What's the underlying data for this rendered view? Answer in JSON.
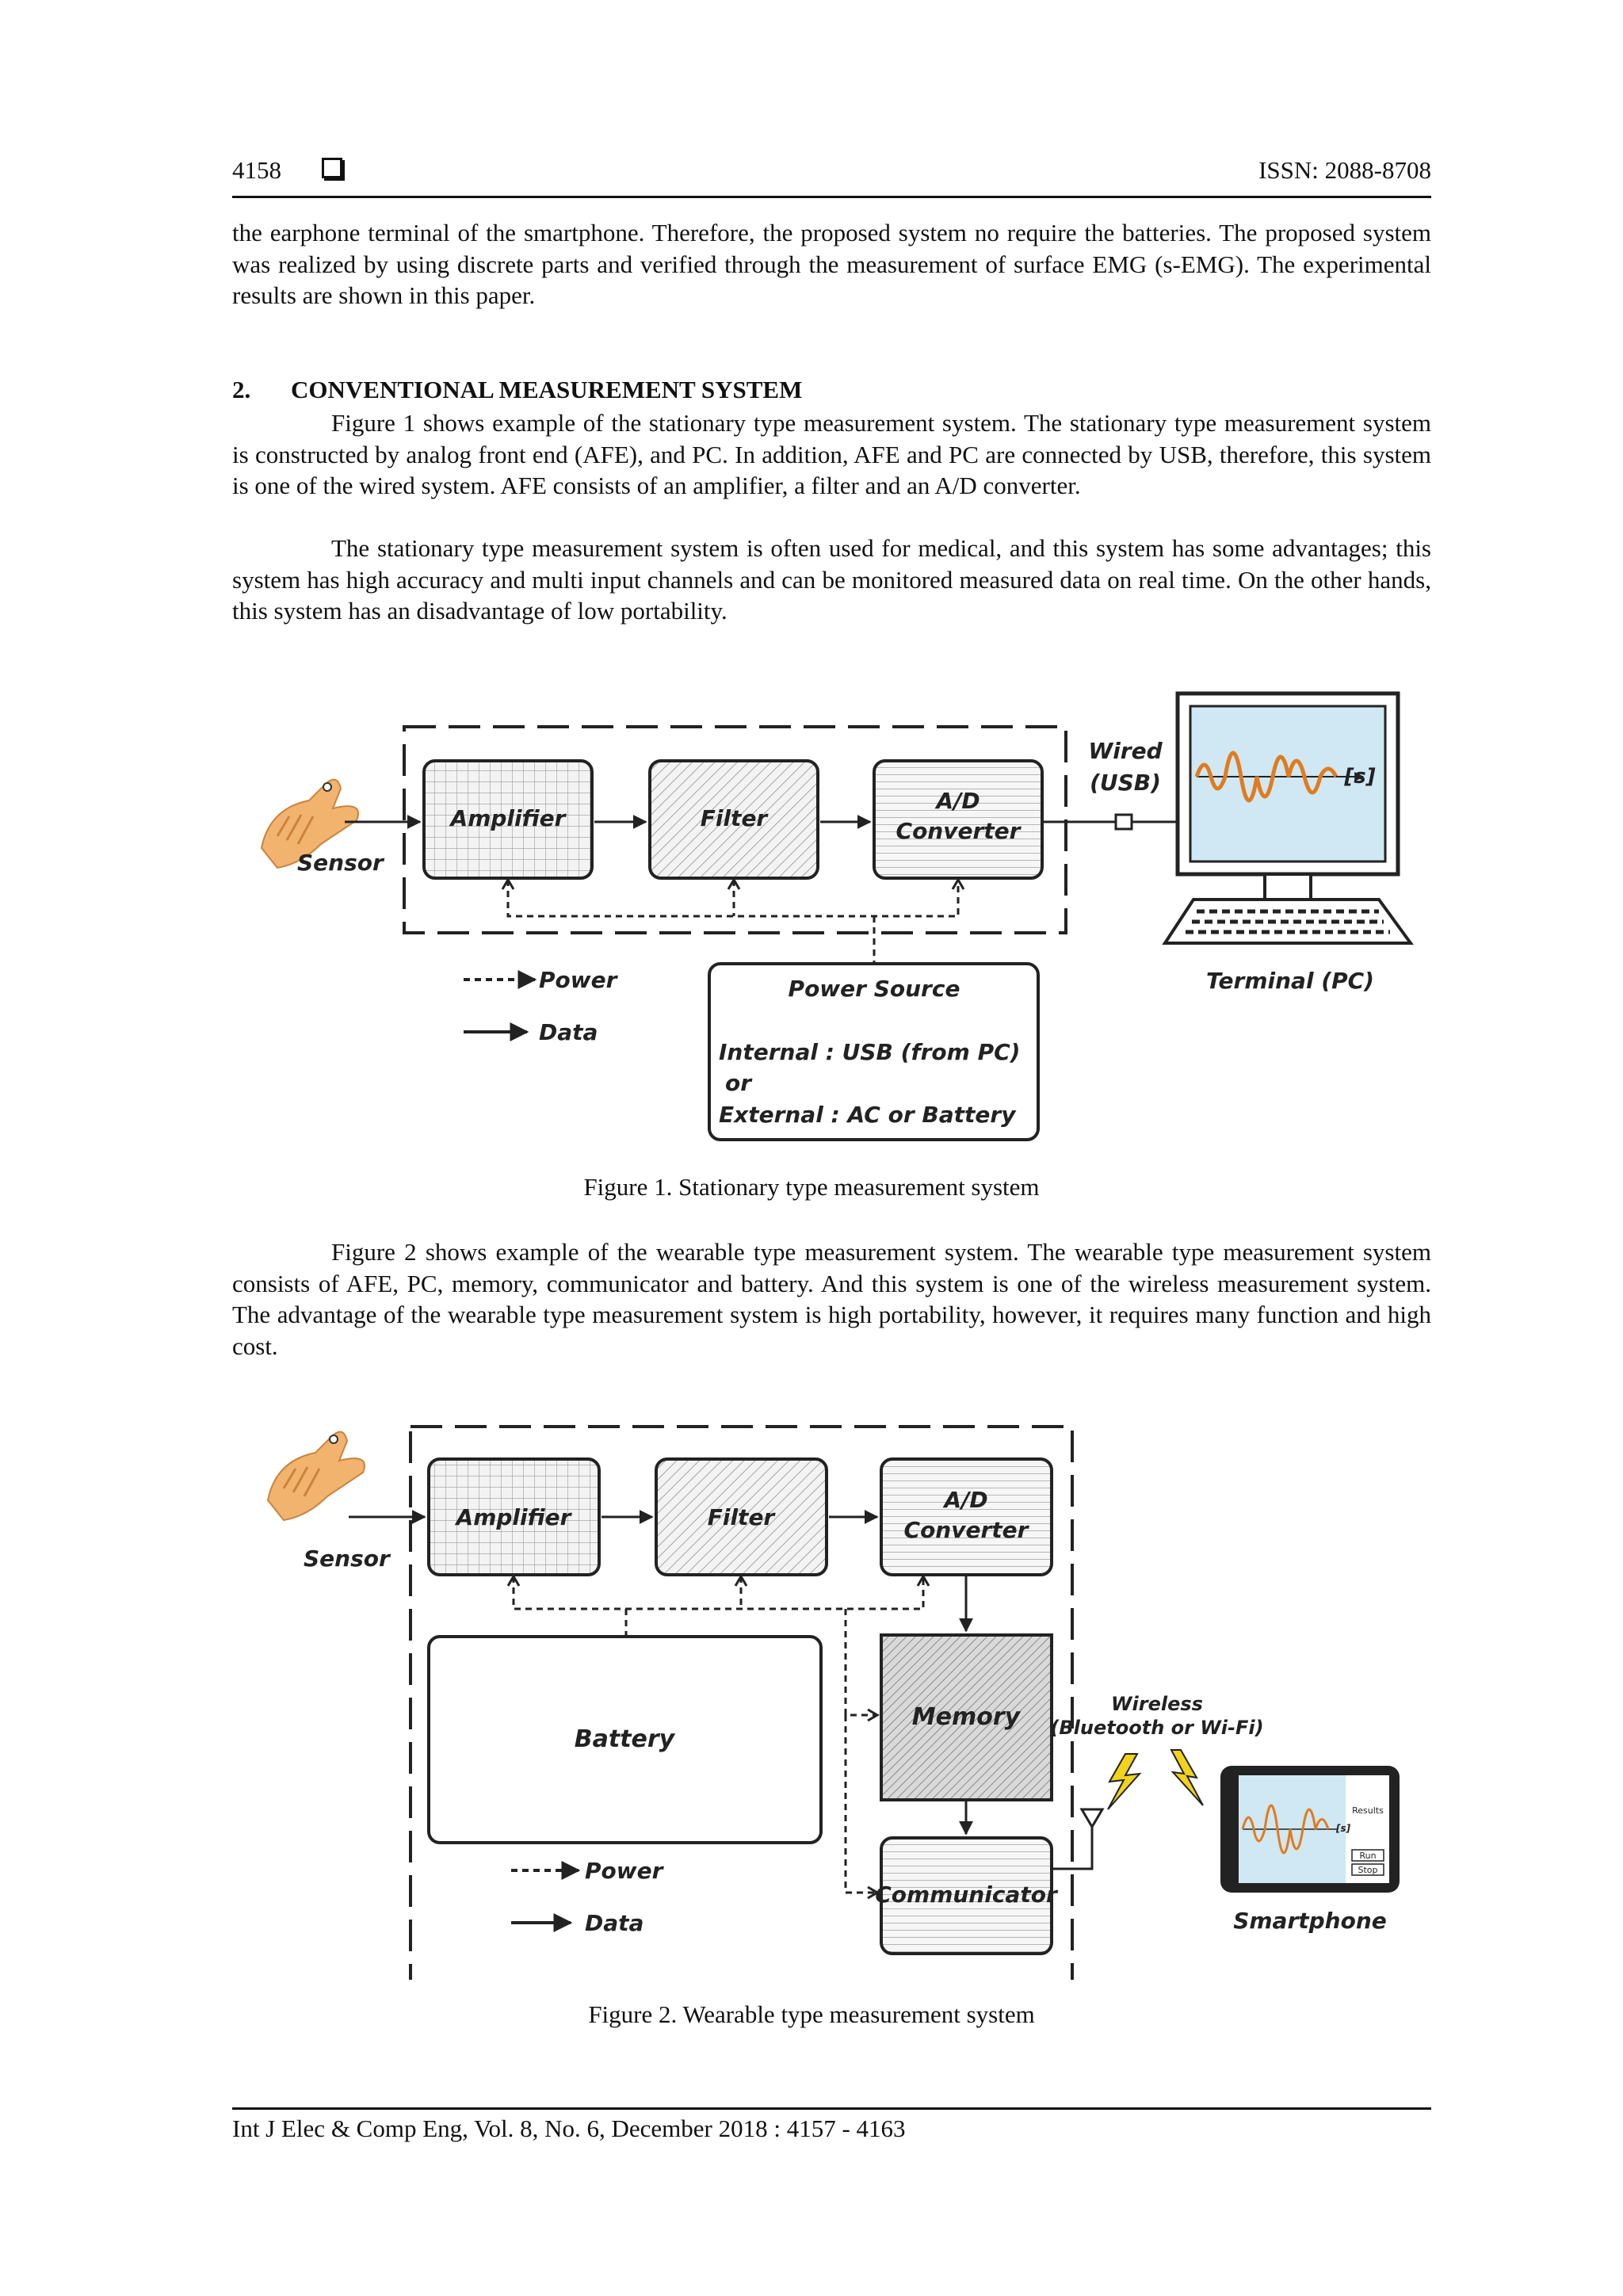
{
  "header": {
    "page_number": "4158",
    "issn": "ISSN: 2088-8708"
  },
  "intro_paragraph": "the earphone terminal of the smartphone. Therefore, the proposed system no require the batteries. The proposed system was realized by using discrete parts and verified through the measurement of surface EMG (s-EMG). The experimental results are shown in this paper.",
  "section": {
    "number": "2.",
    "title": "CONVENTIONAL MEASUREMENT SYSTEM",
    "paragraphs": [
      "Figure 1 shows example of the stationary type measurement system. The stationary type measurement system is constructed by analog front end (AFE), and PC. In addition, AFE and PC are connected by USB, therefore, this system is one of the wired system. AFE consists of an amplifier, a filter and an A/D converter.",
      "The stationary type measurement system is often used for medical, and this system has some advantages; this system has high accuracy and multi input channels and can be monitored measured data on real time. On the other hands, this system has an disadvantage of low portability."
    ]
  },
  "figure1": {
    "caption": "Figure 1. Stationary type measurement system",
    "sensor": "Sensor",
    "amplifier": "Amplifier",
    "filter": "Filter",
    "adc_line1": "A/D",
    "adc_line2": "Converter",
    "wired_line1": "Wired",
    "wired_line2": "(USB)",
    "signal_label": "[s]",
    "terminal": "Terminal (PC)",
    "legend_power": "Power",
    "legend_data": "Data",
    "power_source_title": "Power Source",
    "power_line1": "Internal : USB (from PC)",
    "power_line2": "or",
    "power_line3": "External : AC or Battery"
  },
  "paragraph_fig2": "Figure 2 shows example of the wearable type measurement system. The wearable type measurement system consists of AFE, PC, memory, communicator and battery. And this system is one of the wireless measurement system. The advantage of the wearable type measurement system is high portability, however, it requires many function and high cost.",
  "figure2": {
    "caption": "Figure 2. Wearable type measurement system",
    "sensor": "Sensor",
    "amplifier": "Amplifier",
    "filter": "Filter",
    "adc_line1": "A/D",
    "adc_line2": "Converter",
    "battery": "Battery",
    "memory": "Memory",
    "communicator": "Communicator",
    "wireless_line1": "Wireless",
    "wireless_line2": "(Bluetooth or Wi-Fi)",
    "smartphone": "Smartphone",
    "legend_power": "Power",
    "legend_data": "Data",
    "phone_results": "Results",
    "phone_run": "Run",
    "phone_stop": "Stop",
    "signal_label": "[s]"
  },
  "footer": {
    "citation": "Int J Elec & Comp Eng, Vol. 8, No. 6, December 2018 :  4157 - 4163"
  },
  "colors": {
    "screen": "#cfe8f3",
    "signal": "#e07b1f",
    "skin": "#f2b36e",
    "lightning": "#f2d21b"
  }
}
